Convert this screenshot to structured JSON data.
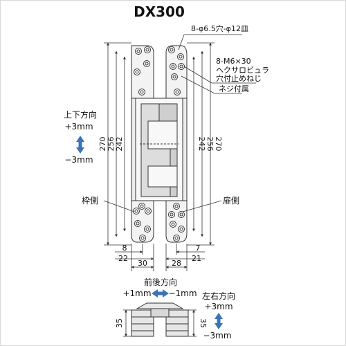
{
  "title": "DX300",
  "labels": {
    "screw_hole": "8-φ6.5穴-φ12皿",
    "bolt_line1": "8-M6×30",
    "bolt_line2": "ヘクサロビュラ",
    "bolt_line3": "穴付止めねじ",
    "screw_included": "ネジ付属",
    "vertical_title": "上下方向",
    "vertical_plus": "+3mm",
    "vertical_minus": "−3mm",
    "frame_side": "枠側",
    "door_side": "扉側",
    "front_back_title": "前後方向",
    "front_back_plus": "+1mm",
    "front_back_minus": "−1mm",
    "left_right_title": "左右方向",
    "left_right_plus": "+3mm",
    "left_right_minus": "−3mm"
  },
  "dimensions": {
    "left_270": "270",
    "left_256": "256",
    "left_242": "242",
    "right_242": "242",
    "right_256": "256",
    "right_270": "270",
    "bottom_8": "8",
    "bottom_22": "22",
    "bottom_30": "30",
    "bottom_7": "7",
    "bottom_21": "21",
    "bottom_28": "28",
    "side_35_left": "35",
    "side_35_right": "35"
  },
  "colors": {
    "line": "#333333",
    "accent_arrow": "#3b73b9",
    "hinge_fill": "#ececec",
    "hinge_dark": "#bdbdbd"
  }
}
